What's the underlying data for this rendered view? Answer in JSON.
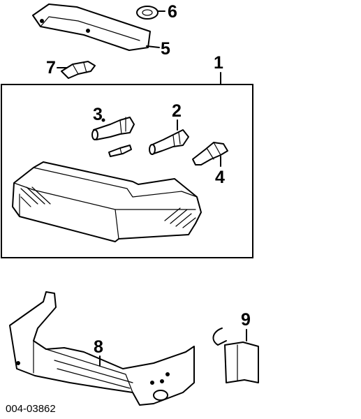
{
  "diagram": {
    "callouts": {
      "c1": "1",
      "c2": "2",
      "c3": "3",
      "c4": "4",
      "c5": "5",
      "c6": "6",
      "c7": "7",
      "c8": "8",
      "c9": "9"
    },
    "part_code": "004-03862"
  }
}
